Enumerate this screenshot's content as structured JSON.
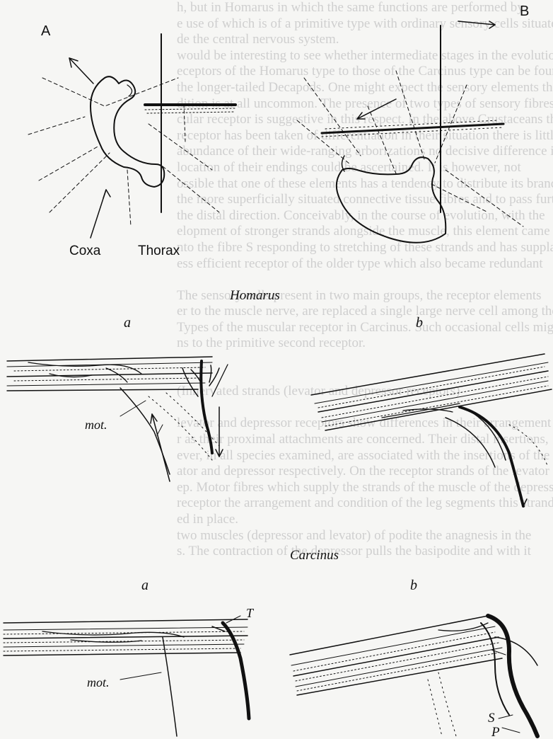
{
  "background_text": [
    "h, but in Homarus in which the same functions are performed by",
    "e use of which is of a primitive type with ordinary sensory cells situated",
    "de the central nervous system.",
    "would be interesting to see whether intermediate stages in the evolution",
    "eceptors of the Homarus type to those of the Carcinus type can be found",
    "the longer-tailed Decapods. One might expect the sensory elements themselves",
    "dition is at all uncommon. The presence of two types of sensory fibres in",
    "cular receptor is suggestive in this respect. In the above Crustaceans the",
    "receptor has been taken of differentiation in their situation there is little",
    "abundance of their wide-ranging arborizations no decisive difference in the",
    "location of their endings could be ascertained. It is however, not",
    "ossible that one of these elements has a tendency to distribute its branches",
    "the more superficially situated connective tissue fibres and to pass further in",
    "the distal direction. Conceivably, in the course of evolution, with the",
    "elopment of stronger strands alongside the muscle, this element came",
    "nto the fibre S responding to stretching of these strands and has supplanted",
    "ess efficient receptor of the older type which also became redundant",
    "",
    "The sensory cells present in two main groups, the receptor elements",
    "er to the muscle nerve, are replaced a single large nerve cell among the",
    "Types of the muscular receptor in Carcinus. Such occasional cells might",
    "ns to the primitive second receptor.",
    "",
    "",
    "(Innervated strands (levator and depressor receptors)",
    "",
    "levator and depressor receptors show differences in their arrangement",
    "r as their proximal attachments are concerned. Their distal insertions,",
    "ever, in all species examined, are associated with the insertions of the",
    "ator and depressor respectively. On the receptor strands of the levator",
    "ep. Motor fibres which supply the strands of the muscle of the depressor",
    "receptor the arrangement and condition of the leg segments this strand",
    "ed in place.",
    "two muscles (depressor and levator) of podite the anagnesis in the",
    "s. The contraction of the depressor pulls the basipodite and with it"
  ],
  "figure": {
    "top_left": {
      "label": "A",
      "captions": [
        "Coxa",
        "Thorax"
      ]
    },
    "top_right": {
      "label": "B"
    },
    "homarus": {
      "caption": "Homarus",
      "panel_a": {
        "label": "a",
        "annotation": "mot."
      },
      "panel_b": {
        "label": "b"
      }
    },
    "carcinus": {
      "caption": "Carcinus",
      "panel_a": {
        "label": "a",
        "annotations": [
          "mot.",
          "T"
        ]
      },
      "panel_b": {
        "label": "b",
        "annotations": [
          "S",
          "P"
        ]
      }
    }
  }
}
